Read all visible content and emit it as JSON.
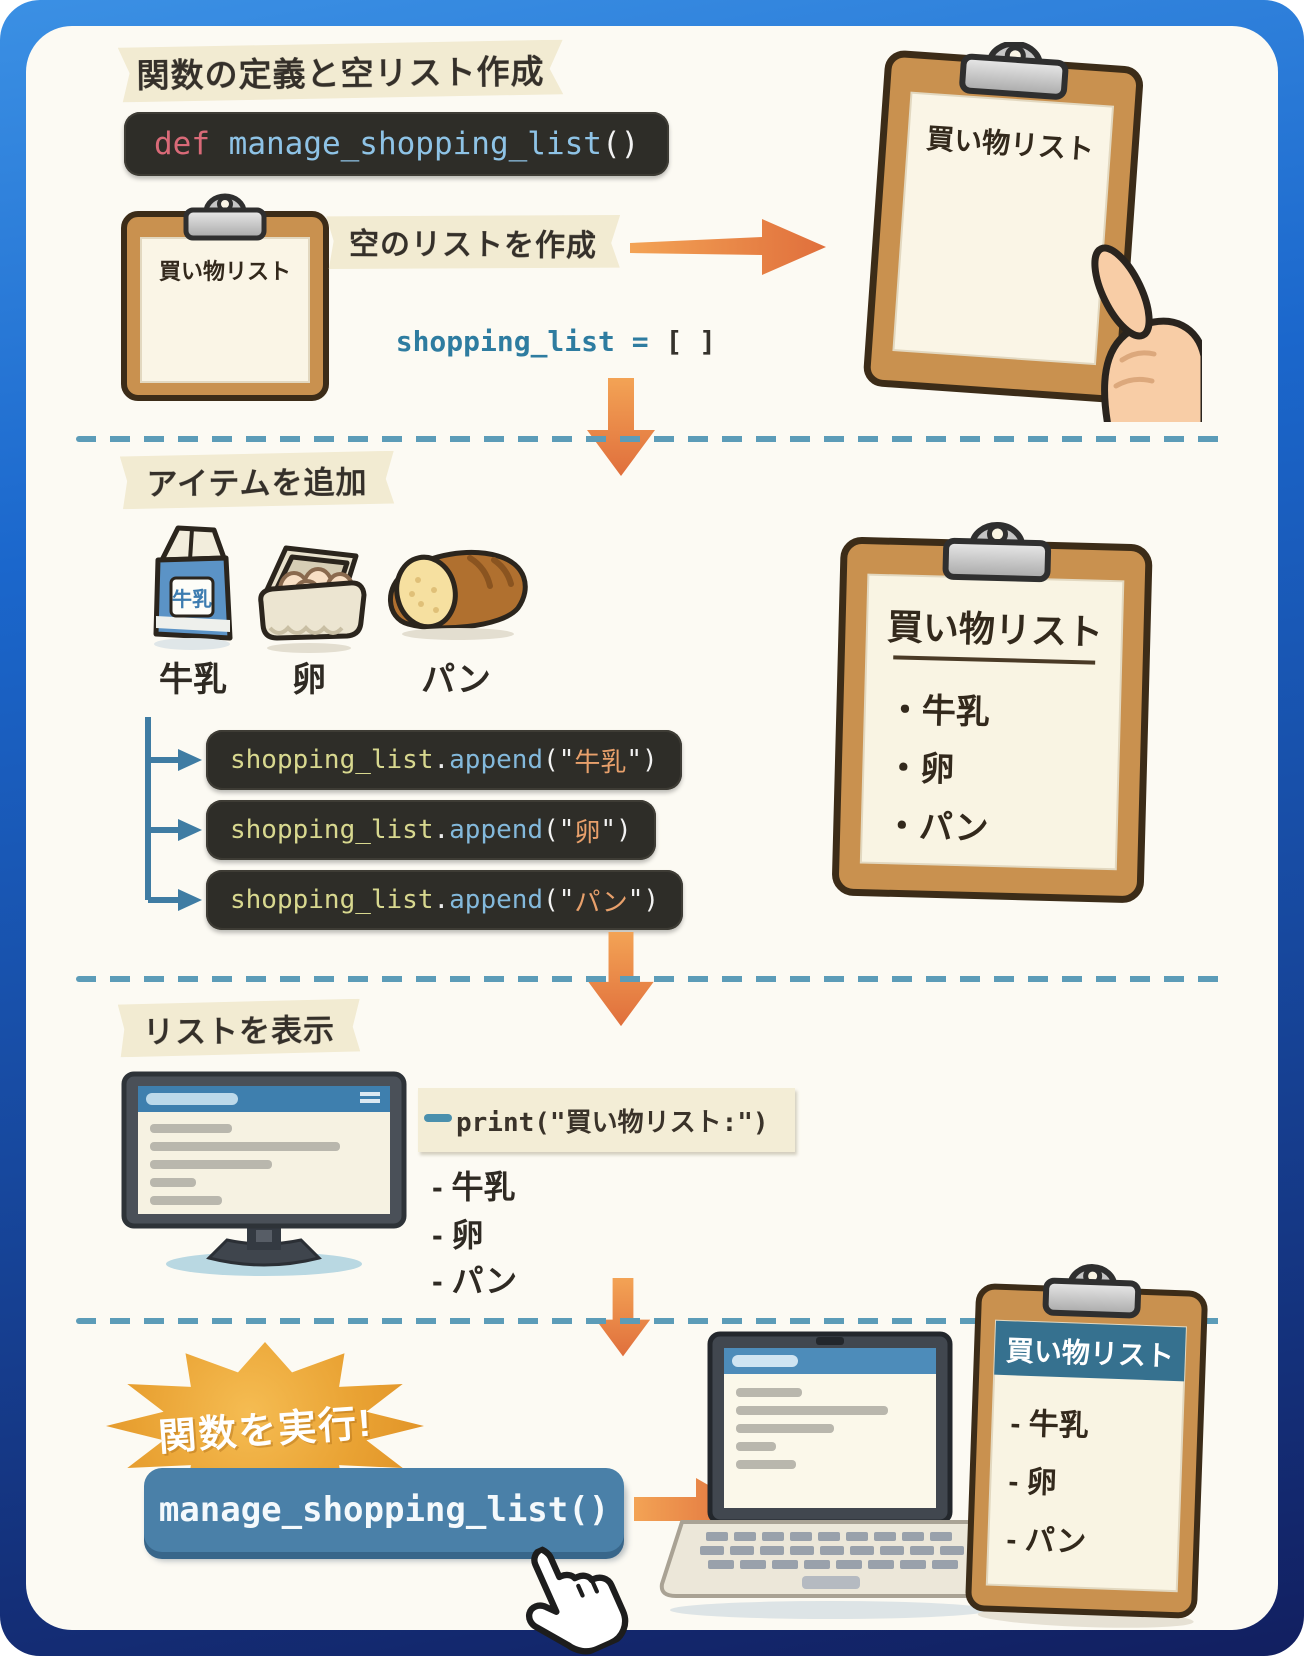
{
  "palette": {
    "frame_blue_top": "#3b90e4",
    "frame_blue_bottom": "#121f60",
    "canvas_bg": "#fcfaf3",
    "banner_beige": "#f2ebd2",
    "code_block_bg": "#2e2d28",
    "keyword_pink": "#d96a78",
    "function_blue": "#8ec3e6",
    "variable_teal": "#2e7ca0",
    "append_variable_yellow": "#d8d88f",
    "append_method_blue": "#83b9dc",
    "string_orange": "#e8a06b",
    "arrow_orange": "#e8793f",
    "divider_teal": "#5c9cb8",
    "run_button_blue": "#4a80a8",
    "clipboard_brown": "#c9914f",
    "clipboard_header_teal": "#36718f",
    "starburst_orange": "#eca23a"
  },
  "section1": {
    "banner": "関数の定義と空リスト作成",
    "def_code": {
      "keyword": "def",
      "name": " manage_shopping_list",
      "parens": "()"
    },
    "clipboard_title": "買い物リスト",
    "empty_list_label": "空のリストを作成",
    "empty_code": {
      "variable": "shopping_list",
      "equals": " = ",
      "brackets": "[ ]"
    },
    "hand_clipboard_title": "買い物リスト"
  },
  "section2": {
    "banner": "アイテムを追加",
    "milk_carton_text": "牛乳",
    "item_labels": [
      "牛乳",
      "卵",
      "パン"
    ],
    "append_calls": [
      {
        "variable": "shopping_list",
        "dot": ".",
        "method": "append",
        "open": "(\"",
        "argument": "牛乳",
        "close": "\")"
      },
      {
        "variable": "shopping_list",
        "dot": ".",
        "method": "append",
        "open": "(\"",
        "argument": "卵",
        "close": "\")"
      },
      {
        "variable": "shopping_list",
        "dot": ".",
        "method": "append",
        "open": "(\"",
        "argument": "パン",
        "close": "\")"
      }
    ],
    "clipboard": {
      "title": "買い物リスト",
      "items": [
        "・牛乳",
        "・卵",
        "・パン"
      ]
    }
  },
  "section3": {
    "banner": "リストを表示",
    "print_code": "print(\"買い物リスト:\")",
    "output_lines": [
      "- 牛乳",
      "- 卵",
      "- パン"
    ]
  },
  "section4": {
    "burst_label": "関数を実行!",
    "run_button": "manage_shopping_list()",
    "clipboard": {
      "title": "買い物リスト",
      "items": [
        "- 牛乳",
        "- 卵",
        "- パン"
      ]
    }
  }
}
